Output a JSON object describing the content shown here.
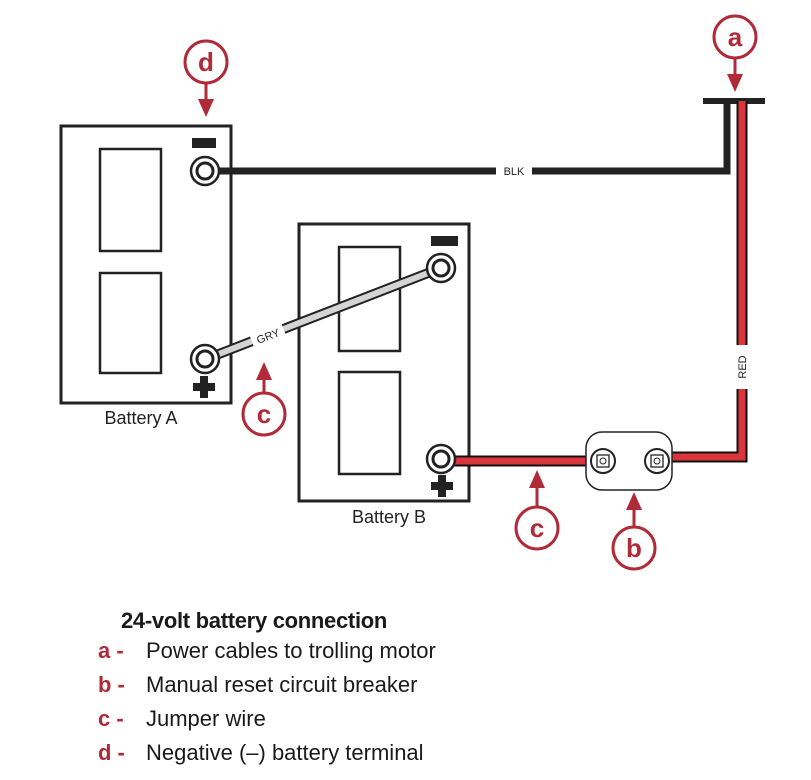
{
  "batteries": {
    "a_label": "Battery A",
    "b_label": "Battery B"
  },
  "wires": {
    "blk": "BLK",
    "gry": "GRY",
    "red": "RED"
  },
  "callouts": {
    "a": "a",
    "b": "b",
    "c": "c",
    "d": "d"
  },
  "legend": {
    "title": "24-volt battery connection",
    "items": [
      {
        "key": "a -",
        "text": "Power cables to trolling motor"
      },
      {
        "key": "b -",
        "text": "Manual reset circuit breaker"
      },
      {
        "key": "c -",
        "text": "Jumper wire"
      },
      {
        "key": "d -",
        "text": "Negative (–) battery terminal"
      }
    ]
  },
  "colors": {
    "accent": "#b02a37",
    "wire_black": "#222222",
    "wire_red": "#d9353a",
    "wire_gray": "#d4d4d4"
  }
}
